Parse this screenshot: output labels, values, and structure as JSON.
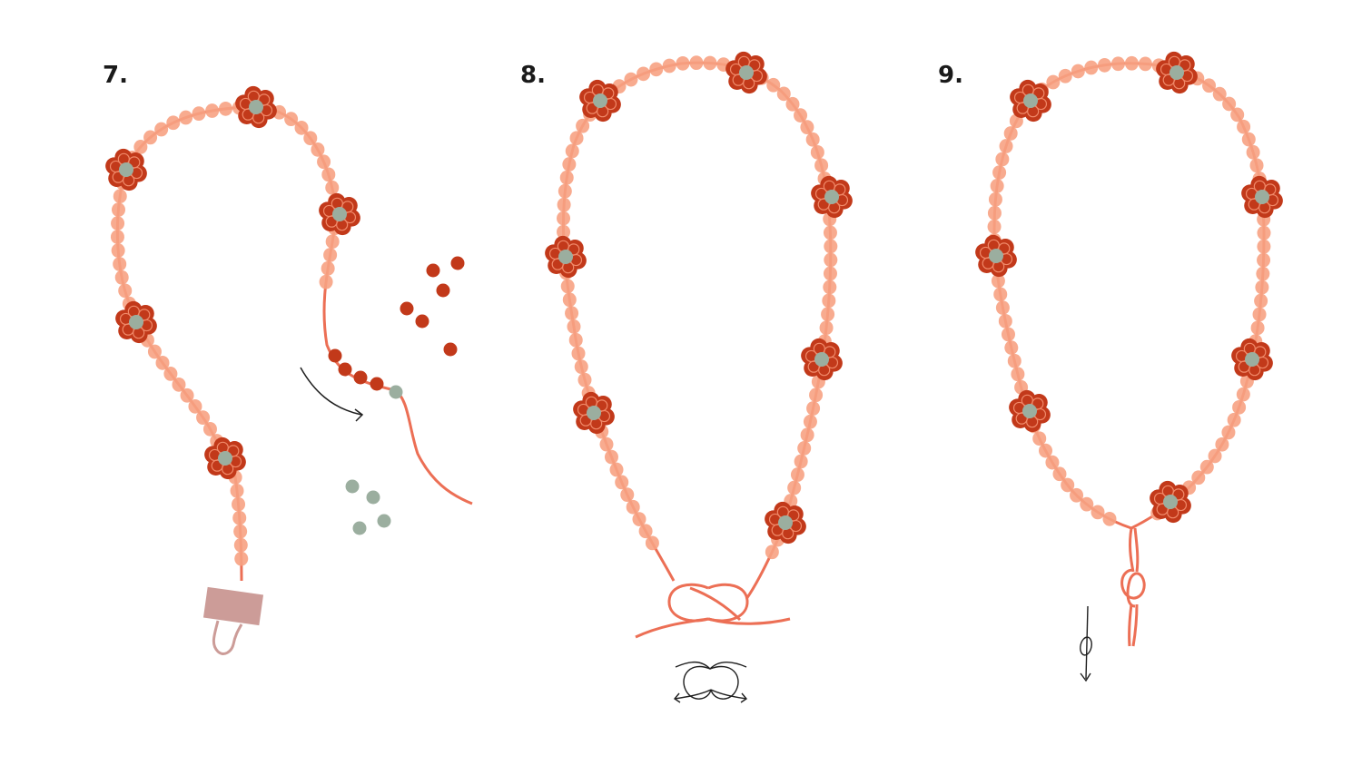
{
  "steps": [
    {
      "number": "7."
    },
    {
      "number": "8."
    },
    {
      "number": "9."
    }
  ],
  "colors": {
    "cord": "#ec6f55",
    "seed_bead": "#f7a283",
    "petal_bead": "#c2391a",
    "center_bead": "#9bae9f",
    "clip": "#cc9c98",
    "line": "#1f1f1f",
    "background": "#ffffff"
  },
  "icons": [
    "binder-clip-icon",
    "curved-arrow-icon",
    "square-knot-icon",
    "overhand-knot-icon"
  ]
}
